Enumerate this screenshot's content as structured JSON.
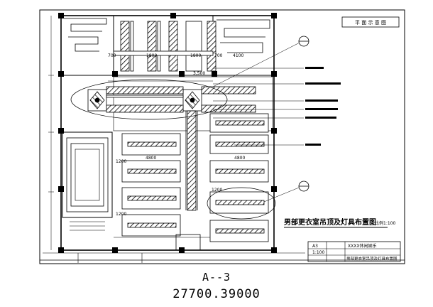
{
  "drawing": {
    "legend_heading": "平 面 示 意 图",
    "main_title": "男部更衣室吊顶及灯具布置图",
    "scale_note": "比例1:100",
    "dimensions": [
      "3,500",
      "1200",
      "1200",
      "4800",
      "4800",
      "1200",
      "700",
      "1800",
      "1800",
      "700",
      "4100"
    ],
    "titleblock": {
      "project": "XXXX休闲娱乐",
      "sheet_title": "男部更衣室吊顶及灯具布置图",
      "sheet_no": "A3",
      "scale": "1:100"
    }
  },
  "captions": {
    "sheet_code": "A--3",
    "sheet_size": "27700.39000"
  }
}
